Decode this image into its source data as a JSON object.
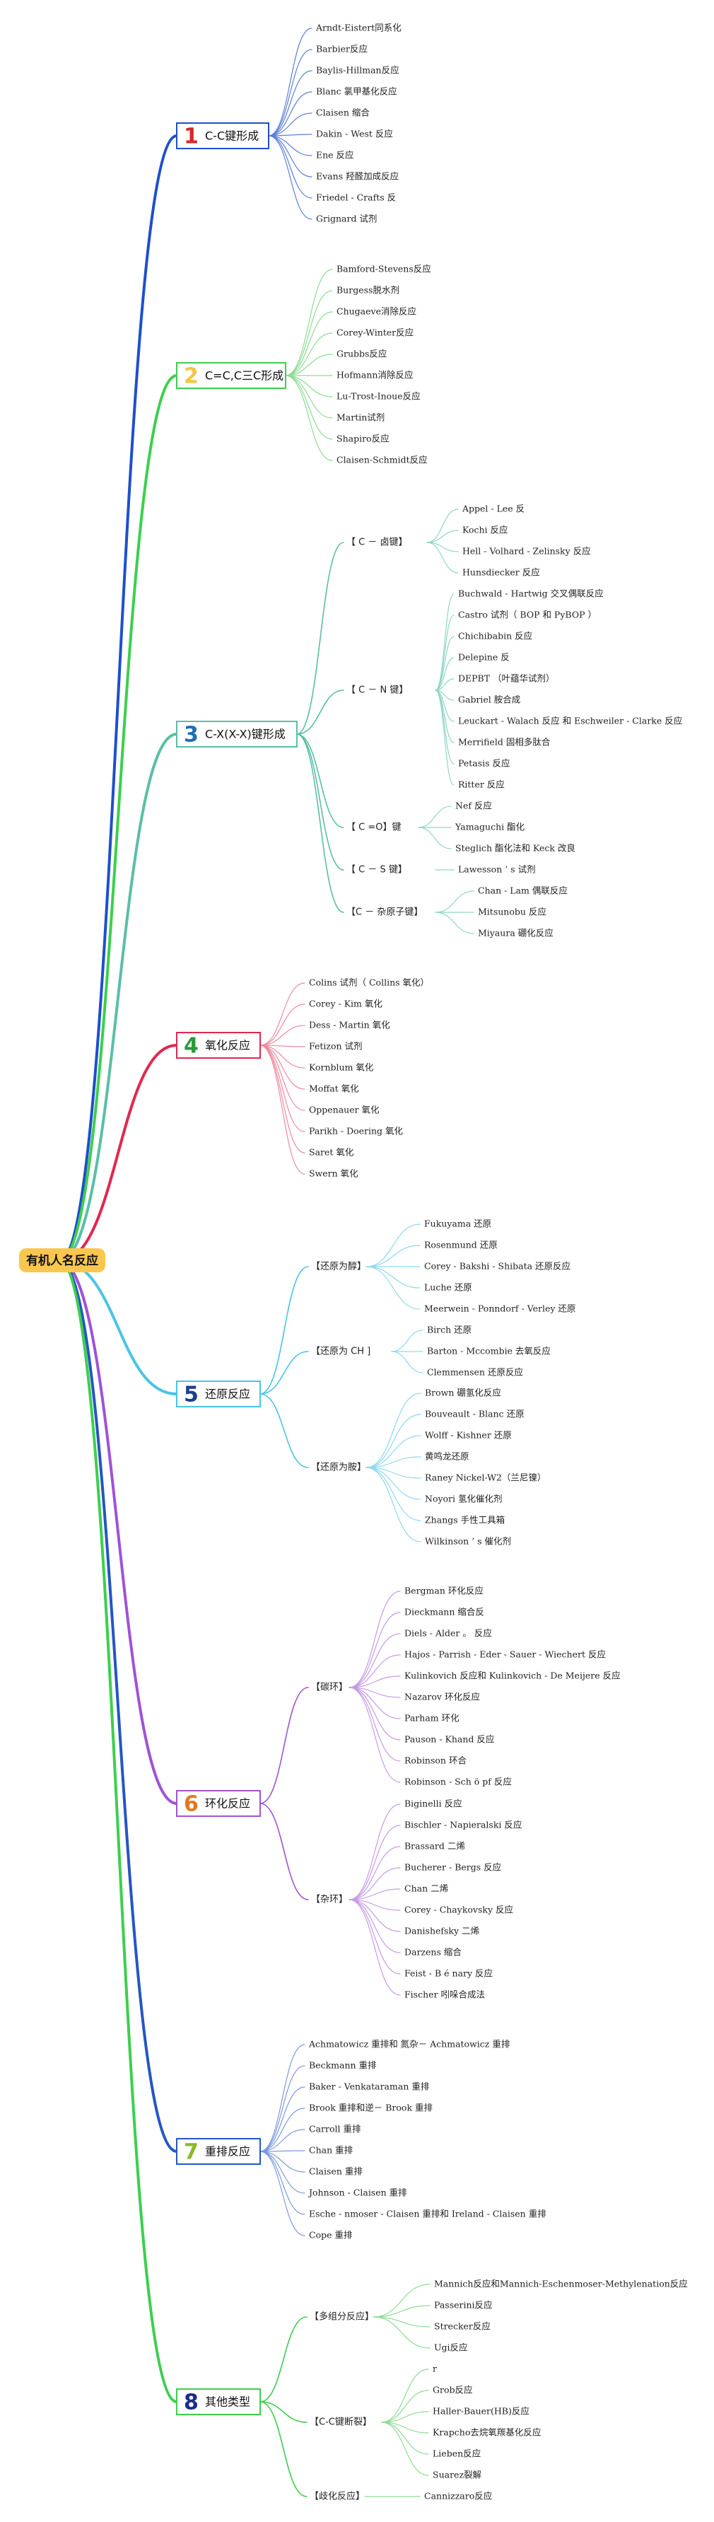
{
  "root": {
    "label": "有机人名反应",
    "fill": "#f9c74f"
  },
  "branches": [
    {
      "num": "1",
      "label": "C-C键形成",
      "color": "#1e4fcc",
      "numColor": "#d62828",
      "lightColor": "#5d7fd6",
      "groups": [
        {
          "label": "",
          "items": [
            "Arndt-Eistert同系化",
            "Barbier反应",
            "Baylis-Hillman反应",
            "Blanc 氯甲基化反应",
            "Claisen 缩合",
            "Dakin - West 反应",
            "Ene 反应",
            "Evans 羟醛加成反应",
            "Friedel - Crafts 反",
            "Grignard 试剂"
          ]
        }
      ]
    },
    {
      "num": "2",
      "label": "C=C,C三C形成",
      "color": "#3ccf4e",
      "numColor": "#f4c542",
      "lightColor": "#8ddc93",
      "groups": [
        {
          "label": "",
          "items": [
            "Bamford-Stevens反应",
            "Burgess脱水剂",
            "Chugaeve消除反应",
            "Corey-Winter反应",
            "Grubbs反应",
            "Hofmann消除反应",
            "Lu-Trost-Inoue反应",
            "Martin试剂",
            "Shapiro反应",
            "Claisen-Schmidt反应"
          ]
        }
      ]
    },
    {
      "num": "3",
      "label": "C-X(X-X)键形成",
      "color": "#5abfa6",
      "numColor": "#1e6fb4",
      "lightColor": "#8fd6c4",
      "groups": [
        {
          "label": "【 C － 卤键】",
          "items": [
            "Appel - Lee 反",
            "Kochi 反应",
            "Hell - Volhard - Zelinsky 反应",
            "Hunsdiecker 反应"
          ]
        },
        {
          "label": "【 C － N 键】",
          "items": [
            "Buchwald - Hartwig 交叉偶联反应",
            "Castro 试剂（ BOP 和 PyBOP ）",
            "Chichibabin 反应",
            "Delepine 反",
            "DEPBT （叶蕴华试剂）",
            "Gabriel 胺合成",
            "Leuckart - Walach 反应 和 Eschweiler - Clarke 反应",
            "Merrifield 固相多肽合",
            "Petasis 反应",
            "Ritter 反应"
          ]
        },
        {
          "label": "【 C =O】键",
          "items": [
            "Nef 反应",
            "Yamaguchi 酯化",
            "Steglich 酯化法和 Keck 改良"
          ]
        },
        {
          "label": "【 C － S 键】",
          "items": [
            "Lawesson ’ s 试剂"
          ]
        },
        {
          "label": "【C － 杂原子键】",
          "items": [
            "Chan - Lam 偶联反应",
            "Mitsunobu 反应",
            "Miyaura 硼化反应"
          ]
        }
      ]
    },
    {
      "num": "4",
      "label": "氧化反应",
      "color": "#e0284f",
      "numColor": "#2a9a3a",
      "lightColor": "#ee8aa0",
      "groups": [
        {
          "label": "",
          "items": [
            "Colins 试剂（ Collins 氧化）",
            "Corey - Kim 氧化",
            "Dess - Martin 氧化",
            "Fetizon 试剂",
            "Kornblum 氧化",
            "Moffat 氧化",
            "Oppenauer 氧化",
            "Parikh - Doering 氧化",
            "Saret 氧化",
            "Swern 氧化"
          ]
        }
      ]
    },
    {
      "num": "5",
      "label": "还原反应",
      "color": "#48c4e6",
      "numColor": "#1a3f8f",
      "lightColor": "#8fd9ee",
      "groups": [
        {
          "label": "【还原为醇】",
          "items": [
            "Fukuyama 还原",
            "Rosenmund 还原",
            "Corey - Bakshi - Shibata 还原反应",
            "Luche 还原",
            "Meerwein - Ponndorf - Verley 还原"
          ]
        },
        {
          "label": "【还原为 CH ]",
          "items": [
            "Birch 还原",
            "Barton - Mccombie 去氧反应",
            "Clemmensen 还原反应"
          ]
        },
        {
          "label": "【还原为胺】",
          "items": [
            "Brown 硼氢化反应",
            "Bouveault - Blanc 还原",
            "Wolff - Kishner 还原",
            "黄鸣龙还原",
            "Raney Nickel-W2（兰尼镍）",
            "Noyori 氢化催化剂",
            "Zhangs 手性工具箱",
            "Wilkinson ’ s 催化剂"
          ]
        }
      ]
    },
    {
      "num": "6",
      "label": "环化反应",
      "color": "#a052d6",
      "numColor": "#e07a1f",
      "lightColor": "#c79be6",
      "groups": [
        {
          "label": "【碳环】",
          "items": [
            "Bergman 环化反应",
            "Dieckmann 缩合反",
            "Diels - Alder 。 反应",
            "Hajos - Parrish - Eder - Sauer - Wiechert 反应",
            "Kulinkovich 反应和 Kulinkovich - De Meijere 反应",
            "Nazarov 环化反应",
            "Parham 环化",
            "Pauson - Khand 反应",
            "Robinson 环合",
            "Robinson - Sch ö pf 反应"
          ]
        },
        {
          "label": "【杂环】",
          "items": [
            "Biginelli 反应",
            "Bischler - Napieralski 反应",
            "Brassard 二烯",
            "Bucherer - Bergs 反应",
            "Chan 二烯",
            "Corey - Chaykovsky 反应",
            "Danishefsky 二烯",
            "Darzens 缩合",
            "Feist - B é nary 反应",
            "Fischer 吲哚合成法"
          ]
        }
      ]
    },
    {
      "num": "7",
      "label": "重排反应",
      "color": "#2456c4",
      "numColor": "#8bb82a",
      "lightColor": "#7d99dc",
      "groups": [
        {
          "label": "",
          "items": [
            "Achmatowicz 重排和 氮杂－ Achmatowicz 重排",
            "Beckmann 重排",
            "Baker - Venkataraman 重排",
            "Brook 重排和逆－ Brook 重排",
            "Carroll 重排",
            "Chan 重排",
            "Claisen 重排",
            "Johnson - Claisen 重排",
            "Esche - nmoser - Claisen 重排和 Ireland - Claisen 重排",
            "Cope 重排"
          ]
        }
      ]
    },
    {
      "num": "8",
      "label": "其他类型",
      "color": "#3ccf4e",
      "numColor": "#1a2a8f",
      "lightColor": "#8ddc93",
      "groups": [
        {
          "label": "【多组分反应】",
          "items": [
            "Mannich反应和Mannich-Eschenmoser-Methylenation反应",
            "Passerini反应",
            "Strecker反应",
            "Ugi反应"
          ]
        },
        {
          "label": "【C-C键断裂】",
          "items": [
            "r",
            "Grob反应",
            "Haller-Bauer(HB)反应",
            "Krapcho去烷氧羰基化反应",
            "Lieben反应",
            "Suarez裂解"
          ]
        },
        {
          "label": "【歧化反应】",
          "items": [
            "Cannizzaro反应"
          ]
        }
      ]
    }
  ]
}
